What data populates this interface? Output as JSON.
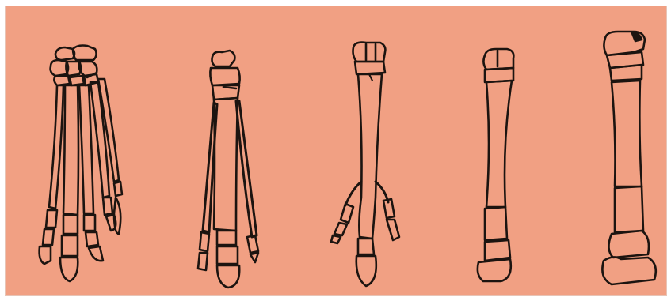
{
  "figure": {
    "background_color": "#f1a083",
    "line_color": "#1c1410",
    "specimens": [
      {
        "id": "foot-1",
        "digits_shown": 5
      },
      {
        "id": "foot-2",
        "digits_shown": 3
      },
      {
        "id": "foot-3",
        "digits_shown": 3
      },
      {
        "id": "foot-4",
        "digits_shown": 1
      },
      {
        "id": "foot-5",
        "digits_shown": 1
      }
    ]
  }
}
